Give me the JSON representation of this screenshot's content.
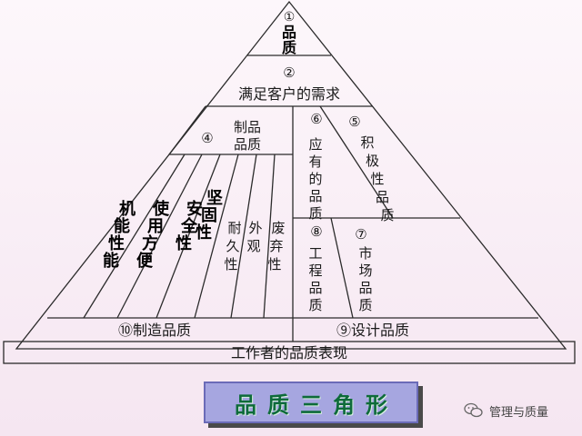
{
  "apex": {
    "num": "①",
    "chars": [
      "品",
      "质"
    ]
  },
  "customer": {
    "num": "②",
    "text": "满足客户的需求"
  },
  "product": {
    "num": "④",
    "line1": "制品",
    "line2": "品质"
  },
  "should": {
    "num": "⑥",
    "text": "应有的品质"
  },
  "positive": {
    "num": "⑤",
    "text": "积极性品质"
  },
  "attributes": [
    {
      "text": "机能性能",
      "bold": true
    },
    {
      "text": "使用方便",
      "bold": true
    },
    {
      "text": "安全性",
      "bold": true
    },
    {
      "text": "坚固性",
      "bold": true
    },
    {
      "text": "耐久性",
      "bold": false
    },
    {
      "text": "外观",
      "bold": false
    },
    {
      "text": "废弃性",
      "bold": false
    }
  ],
  "engineering": {
    "num": "⑧",
    "text": "工程品质"
  },
  "market": {
    "num": "⑦",
    "text": "市场品质"
  },
  "manufacturing": {
    "num": "⑩",
    "text": "制造品质"
  },
  "design": {
    "num": "⑨",
    "text": "设计品质"
  },
  "worker": {
    "text": "工作者的品质表现"
  },
  "title": {
    "text": "品质三角形"
  },
  "watermark": {
    "text": "管理与质量"
  },
  "colors": {
    "title_bg": "#a6a6e0",
    "title_text": "#0e6b3a",
    "line": "#2b2b2b"
  }
}
